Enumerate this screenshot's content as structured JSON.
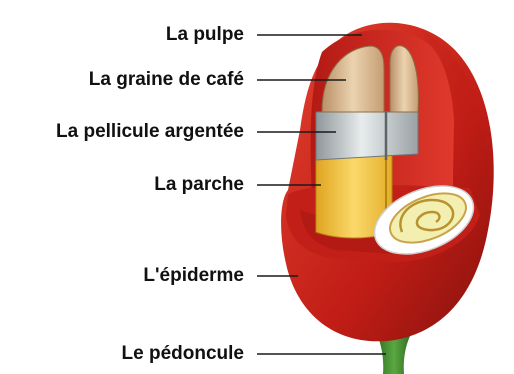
{
  "labels": {
    "pulpe": "La pulpe",
    "graine": "La graine de café",
    "pellicule": "La pellicule argentée",
    "parche": "La parche",
    "epiderme": "L'épiderme",
    "pedoncule": "Le pédoncule"
  },
  "colors": {
    "skin": "#c8211a",
    "skin_dark": "#8e1410",
    "pulp": "#d9322a",
    "bean": "#d6b48a",
    "silver": "#b8bfc2",
    "parchment": "#f0c13a",
    "stem": "#3f8a2e"
  }
}
